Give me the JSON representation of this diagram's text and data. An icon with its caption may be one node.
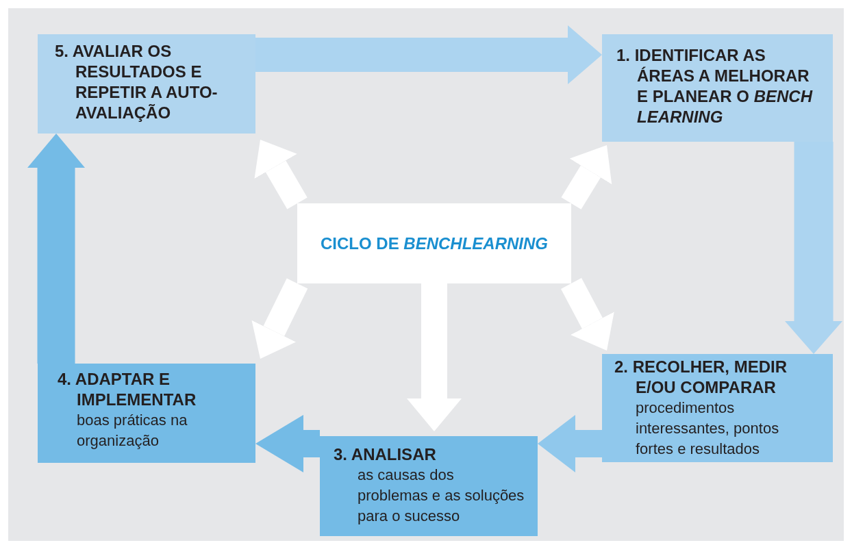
{
  "diagram": {
    "nodes": [
      {
        "text": [
          "5. AVALIAR OS RESULTADOS E REPETIR A AUTO-AVALIAÇÃO"
        ]
      },
      {
        "text": [
          "1. IDENTIFICAR AS ÁREAS A MELHORAR E PLANEAR O *BENCH LEARNING*"
        ]
      },
      {
        "text": [
          "CICLO DE *BENCHLEARNING*"
        ]
      },
      {
        "text": [
          "2. RECOLHER, MEDIR E/OU COMPARAR",
          "procedimentos interessantes, pontos fortes e resultados"
        ]
      },
      {
        "text": [
          "3. ANALISAR",
          "as causas dos problemas e as soluções para o sucesso"
        ]
      },
      {
        "text": [
          "4. ADAPTAR E IMPLEMENTAR",
          "boas práticas na organização"
        ]
      }
    ],
    "edges": [
      {
        "from": 0,
        "to": 1,
        "arrow": "to",
        "color": "#acd4f0"
      },
      {
        "from": 1,
        "to": 3,
        "arrow": "to",
        "color": "#acd4f0"
      },
      {
        "from": 3,
        "to": 4,
        "arrow": "to",
        "color": "#90c8ec"
      },
      {
        "from": 4,
        "to": 5,
        "arrow": "to",
        "color": "#74bbe6"
      },
      {
        "from": 5,
        "to": 0,
        "arrow": "to",
        "color": "#74bbe6"
      },
      {
        "from": 2,
        "to": 0,
        "arrow": "to",
        "color": "#ffffff"
      },
      {
        "from": 2,
        "to": 1,
        "arrow": "to",
        "color": "#ffffff"
      },
      {
        "from": 2,
        "to": 3,
        "arrow": "to",
        "color": "#ffffff"
      },
      {
        "from": 2,
        "to": 4,
        "arrow": "to",
        "color": "#ffffff"
      },
      {
        "from": 2,
        "to": 5,
        "arrow": "to",
        "color": "#ffffff"
      }
    ]
  }
}
